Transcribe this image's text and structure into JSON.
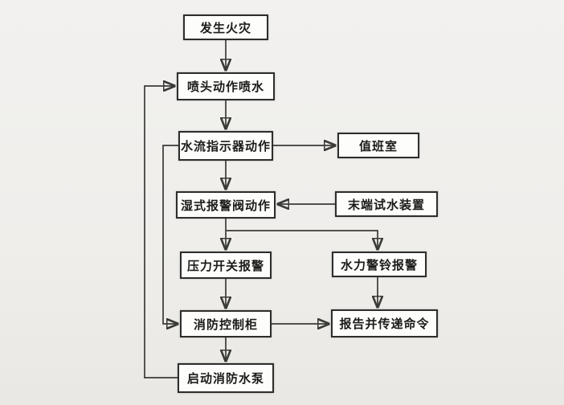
{
  "diagram": {
    "type": "flowchart",
    "colors": {
      "background": "#efeeeb",
      "box_fill": "#fdfdfc",
      "box_border": "#2d2d2b",
      "line": "#3a3a37",
      "text": "#1b1b19"
    },
    "nodes": {
      "fire": {
        "label": "发生火灾"
      },
      "sprinkler": {
        "label": "喷头动作喷水"
      },
      "flow_indicator": {
        "label": "水流指示器动作"
      },
      "duty_room": {
        "label": "值班室"
      },
      "wet_alarm_valve": {
        "label": "湿式报警阀动作"
      },
      "end_test_device": {
        "label": "末端试水装置"
      },
      "pressure_switch": {
        "label": "压力开关报警"
      },
      "hydraulic_bell": {
        "label": "水力警铃报警"
      },
      "control_cabinet": {
        "label": "消防控制柜"
      },
      "report_command": {
        "label": "报告并传递命令"
      },
      "start_pump": {
        "label": "启动消防水泵"
      }
    },
    "edges": [
      {
        "from": "fire",
        "to": "sprinkler"
      },
      {
        "from": "sprinkler",
        "to": "flow_indicator"
      },
      {
        "from": "flow_indicator",
        "to": "duty_room"
      },
      {
        "from": "flow_indicator",
        "to": "wet_alarm_valve"
      },
      {
        "from": "end_test_device",
        "to": "wet_alarm_valve"
      },
      {
        "from": "wet_alarm_valve",
        "to": "pressure_switch"
      },
      {
        "from": "wet_alarm_valve",
        "to": "hydraulic_bell"
      },
      {
        "from": "pressure_switch",
        "to": "control_cabinet"
      },
      {
        "from": "flow_indicator",
        "to": "control_cabinet"
      },
      {
        "from": "hydraulic_bell",
        "to": "report_command"
      },
      {
        "from": "control_cabinet",
        "to": "report_command"
      },
      {
        "from": "control_cabinet",
        "to": "start_pump"
      },
      {
        "from": "start_pump",
        "to": "sprinkler"
      }
    ]
  }
}
